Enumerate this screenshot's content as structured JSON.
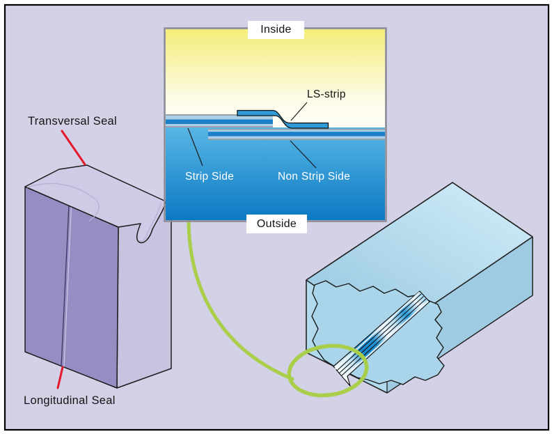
{
  "figure": {
    "inset": {
      "inside_label": "Inside",
      "outside_label": "Outside",
      "ls_strip_label": "LS-strip",
      "strip_side_label": "Strip Side",
      "non_strip_side_label": "Non Strip Side"
    },
    "package": {
      "transversal_label": "Transversal Seal",
      "longitudinal_label": "Longitudinal Seal"
    },
    "colors": {
      "panel_background": "#d3d1e6",
      "outer_border": "#000000",
      "inset_border": "#8b8b94",
      "inset_yellow_top": "#f3ed79",
      "inset_blue_top": "#58b6e5",
      "inset_blue_bottom": "#0b79c3",
      "layer_light_blue": "#aacfe9",
      "layer_dark_blue": "#1b80c8",
      "layer_grey_edge": "#99a0aa",
      "ls_strip_fill": "#2e9ad8",
      "package_front": "#948ec2",
      "package_side": "#c7c3e0",
      "package_top": "#cfcbe6",
      "package_fold_line": "#b7b3d2",
      "material_top": "#c9e7f5",
      "material_side": "#9ecbe2",
      "material_tear": "#a9d4e9",
      "leader_red": "#e5182b",
      "leader_black": "#1a1a1a",
      "highlight_green": "#a8ce4a",
      "label_text_dark": "#111111",
      "label_text_light": "#ffffff"
    }
  }
}
